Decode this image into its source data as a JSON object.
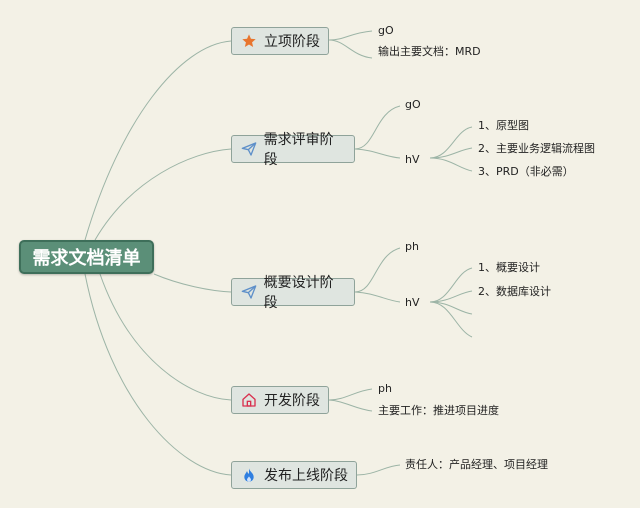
{
  "root": {
    "label": "需求文档清单"
  },
  "stages": [
    {
      "label": "立项阶段",
      "icon": "star-icon",
      "items": [
        {
          "text": "gO"
        },
        {
          "text": "输出主要文档：MRD"
        }
      ]
    },
    {
      "label": "需求评审阶段",
      "icon": "paper-plane-icon",
      "items": [
        {
          "text": "gO"
        },
        {
          "text": "hV",
          "children": [
            "1、原型图",
            "2、主要业务逻辑流程图",
            "3、PRD（非必需）"
          ]
        }
      ]
    },
    {
      "label": "概要设计阶段",
      "icon": "paper-plane-icon",
      "items": [
        {
          "text": "ph"
        },
        {
          "text": "hV",
          "children": [
            "1、概要设计",
            "2、数据库设计",
            "",
            ""
          ]
        }
      ]
    },
    {
      "label": "开发阶段",
      "icon": "house-icon",
      "items": [
        {
          "text": "ph"
        },
        {
          "text": "主要工作：推进项目进度"
        }
      ]
    },
    {
      "label": "发布上线阶段",
      "icon": "flame-icon",
      "items": [
        {
          "text": "责任人：产品经理、项目经理"
        }
      ]
    }
  ],
  "colors": {
    "background": "#f3f1e6",
    "root_fill": "#5b8f78",
    "stage_fill": "#dfe5e0",
    "line": "#9cb4a6",
    "star": "#e8752e",
    "plane": "#5d8fc9",
    "house": "#d9304f",
    "flame": "#2f7fe0"
  }
}
